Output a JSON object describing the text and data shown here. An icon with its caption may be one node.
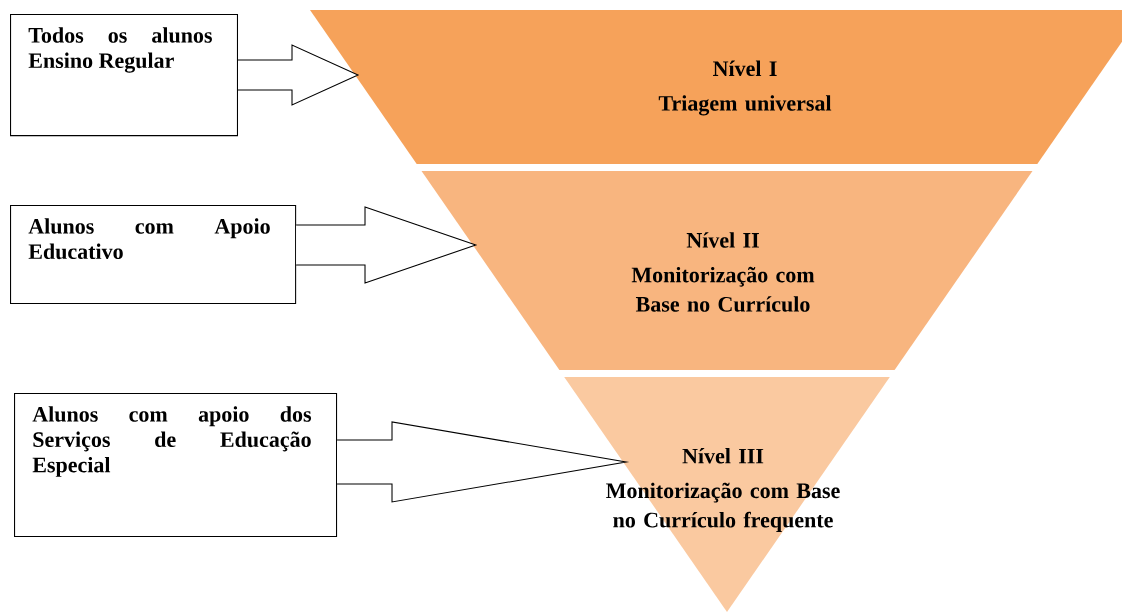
{
  "diagram": {
    "nodes": [
      {
        "text": [
          "Todos os alunos Ensino Regular"
        ]
      },
      {
        "text": [
          "Alunos com Apoio Educativo"
        ]
      },
      {
        "text": [
          "Alunos com apoio dos Serviços de Educação Especial"
        ]
      },
      {
        "text": [
          "Nível I",
          "Triagem universal"
        ]
      },
      {
        "text": [
          "Nível II",
          "Monitorização com Base no Currículo"
        ]
      },
      {
        "text": [
          "Nível III",
          "Monitorização com Base no Currículo frequente"
        ]
      }
    ],
    "edges": [
      {
        "from": 0,
        "to": 3,
        "arrow": "to"
      },
      {
        "from": 1,
        "to": 4,
        "arrow": "to"
      },
      {
        "from": 2,
        "to": 5,
        "arrow": "to"
      }
    ]
  }
}
